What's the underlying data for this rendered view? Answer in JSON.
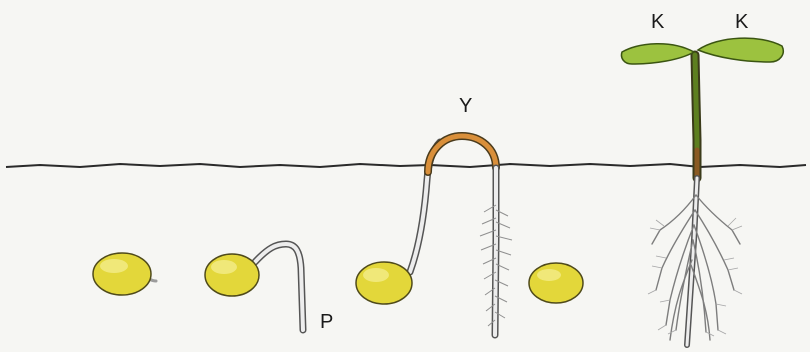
{
  "labels": {
    "p": "P",
    "y": "Y",
    "k_left": "K",
    "k_right": "K"
  },
  "colors": {
    "background": "#f6f6f3",
    "seed_fill": "#e3d73a",
    "seed_highlight": "#f2ec8a",
    "seed_outline": "#4f4a1a",
    "leaf_fill": "#9cc23f",
    "leaf_outline": "#3b5512",
    "stem_green": "#5d7f1f",
    "stem_brown": "#8a5a22",
    "hook_orange": "#d98f3a",
    "root_gray": "#9c9c9c",
    "ground_line": "#2a2a2a"
  }
}
